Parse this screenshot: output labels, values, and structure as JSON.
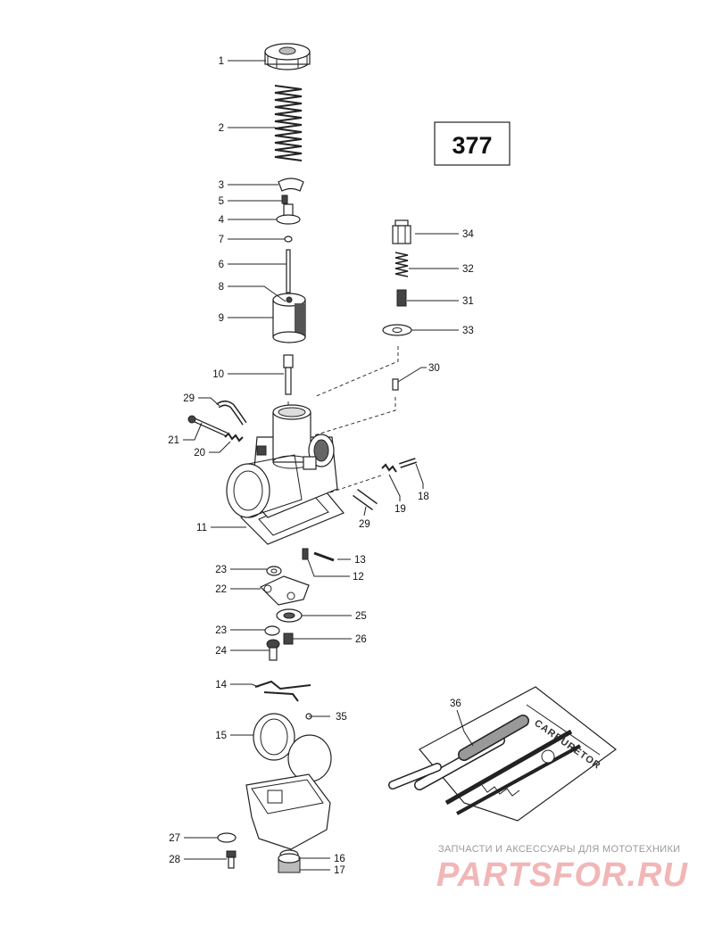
{
  "page_number": "377",
  "watermark": {
    "tagline": "ЗАПЧАСТИ И АКСЕССУАРЫ ДЛЯ МОТОТЕХНИКИ",
    "logo": "PARTSFOR.RU"
  },
  "tool_label": "CARBURETOR",
  "callouts": {
    "c1": "1",
    "c2": "2",
    "c3": "3",
    "c4": "4",
    "c5": "5",
    "c6": "6",
    "c7": "7",
    "c8": "8",
    "c9": "9",
    "c10": "10",
    "c11": "11",
    "c12": "12",
    "c13": "13",
    "c14": "14",
    "c15": "15",
    "c16": "16",
    "c17": "17",
    "c18": "18",
    "c19": "19",
    "c20": "20",
    "c21": "21",
    "c22": "22",
    "c23a": "23",
    "c23b": "23",
    "c24": "24",
    "c25": "25",
    "c26": "26",
    "c27": "27",
    "c28": "28",
    "c29a": "29",
    "c29b": "29",
    "c30": "30",
    "c31": "31",
    "c32": "32",
    "c33": "33",
    "c34": "34",
    "c35": "35",
    "c36": "36"
  }
}
